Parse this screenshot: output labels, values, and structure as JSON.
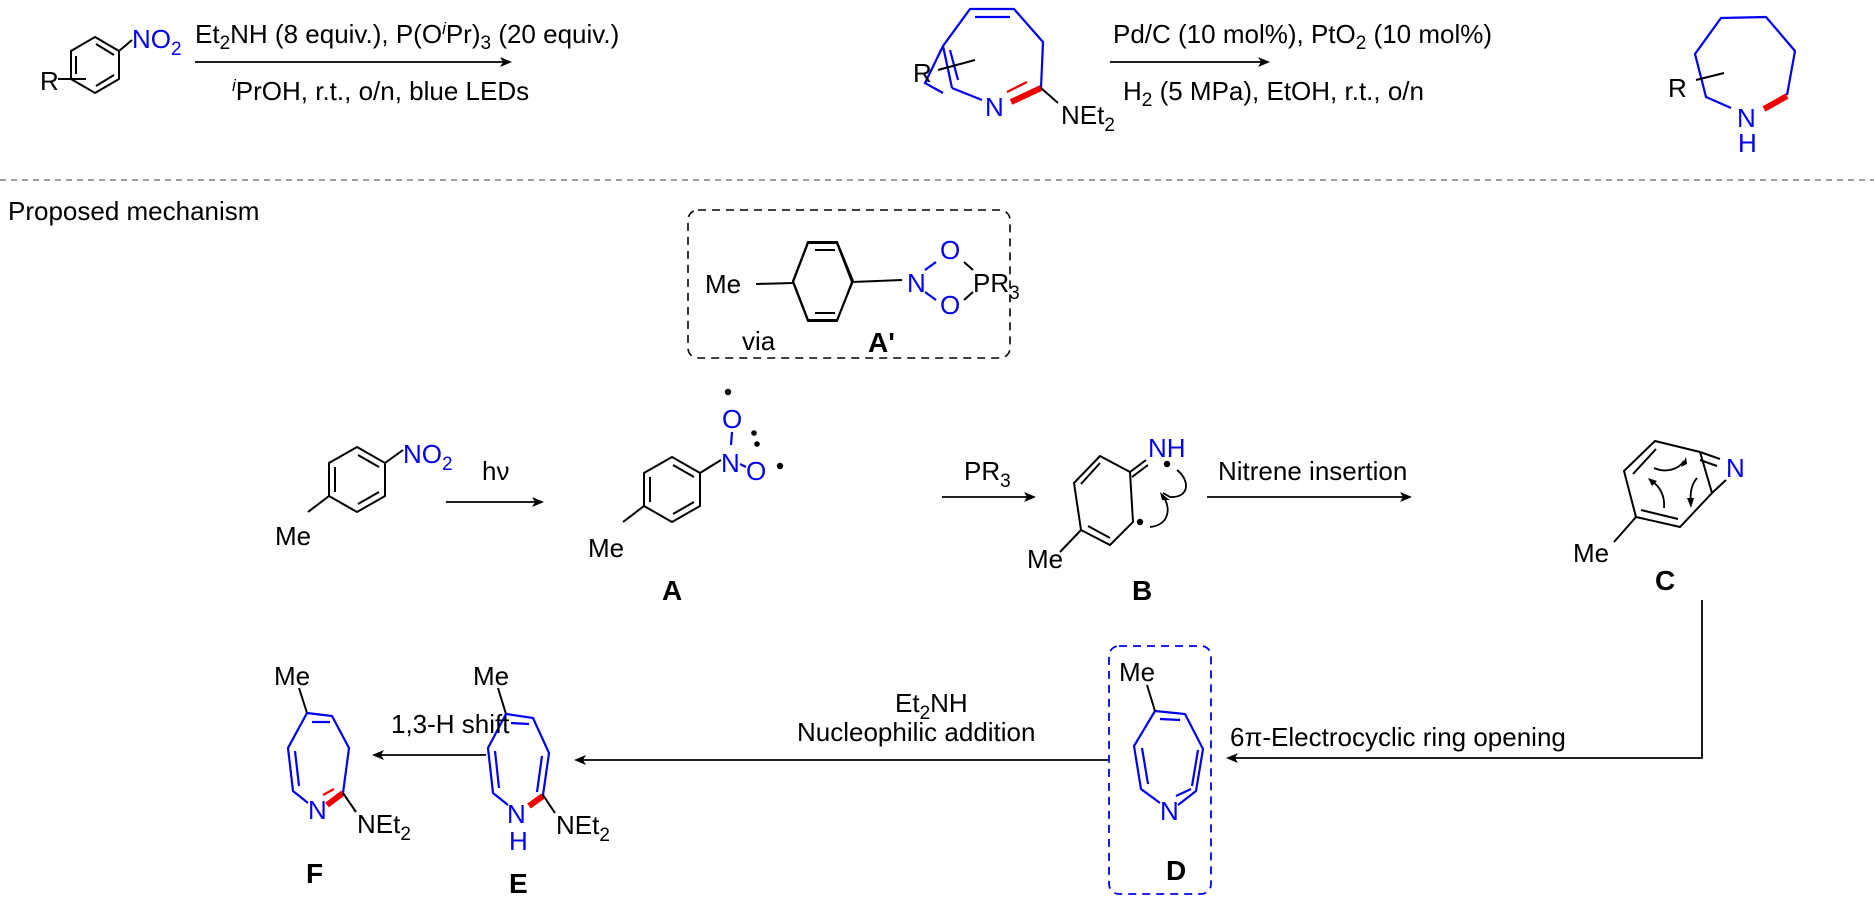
{
  "scheme": {
    "top_reaction": {
      "start_material": {
        "substituent": "R",
        "group": "NO",
        "group_sub": "2"
      },
      "step1_conditions_above": {
        "p1": "Et",
        "p1_sub": "2",
        "p2": "NH (8 equiv.), P(O",
        "p2_sup": "i",
        "p3": "Pr)",
        "p3_sub": "3",
        "p4": " (20 equiv.)"
      },
      "step1_conditions_below": {
        "sup": "i",
        "rest": "PrOH, r.t., o/n, blue LEDs"
      },
      "intermediate": {
        "substituent": "R",
        "ring_atom": "N",
        "amine": "NEt",
        "amine_sub": "2"
      },
      "step2_conditions_above": {
        "p1": "Pd/C (10 mol%), PtO",
        "p1_sub": "2",
        "p2": " (10 mol%)"
      },
      "step2_conditions_below": {
        "p1": "H",
        "p1_sub": "2",
        "p2": " (5 MPa), EtOH, r.t., o/n"
      },
      "product": {
        "substituent": "R",
        "ring_atom": "N",
        "ring_h": "H"
      }
    },
    "mechanism": {
      "heading": "Proposed mechanism",
      "via_box": {
        "via": "via",
        "label": "A'",
        "me": "Me",
        "n": "N",
        "o": "O",
        "pr": "PR",
        "pr_sub": "3"
      },
      "start": {
        "me": "Me",
        "group": "NO",
        "group_sub": "2"
      },
      "steps": [
        {
          "label": "hν"
        },
        {
          "label": "PR",
          "label_sub": "3"
        },
        {
          "label": "Nitrene insertion"
        },
        {
          "label": "6π-Electrocyclic ring opening"
        },
        {
          "label_line1": "Et",
          "label_line1_sub": "2",
          "label_line1_rest": "NH",
          "label_line2": "Nucleophilic addition"
        },
        {
          "label": "1,3-H shift"
        }
      ],
      "intermediates": {
        "A": {
          "label": "A",
          "me": "Me",
          "n": "N",
          "o": "O"
        },
        "B": {
          "label": "B",
          "me": "Me",
          "nh": "NH"
        },
        "C": {
          "label": "C",
          "me": "Me",
          "n": "N"
        },
        "D": {
          "label": "D",
          "me": "Me",
          "n": "N"
        },
        "E": {
          "label": "E",
          "me": "Me",
          "n": "N",
          "h": "H",
          "amine": "NEt",
          "amine_sub": "2"
        },
        "F": {
          "label": "F",
          "me": "Me",
          "n": "N",
          "amine": "NEt",
          "amine_sub": "2"
        }
      }
    },
    "colors": {
      "heteroatom": "#0000ee",
      "new_bond": "#ee0000",
      "bond": "#000000"
    }
  }
}
